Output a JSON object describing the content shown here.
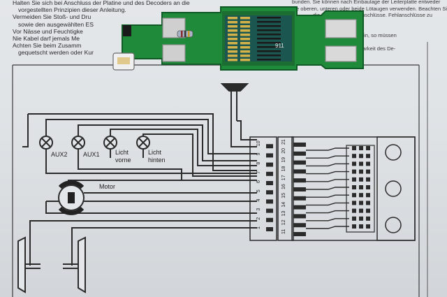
{
  "manual_left_lines": [
    "Halten Sie sich bei  Anschluss der Platine und des  Decoders an die",
    "vorgestellten Prinzipien dieser Anleitung.",
    "Vermeiden Sie Stoß- und Dru",
    "sowie den ausgewählten ES",
    "Vor Nässe und Feuchtigke",
    "Nie Kabel darf jemals Me",
    "Achten Sie beim Zusamm",
    "gequetscht werden oder Kur"
  ],
  "manual_right_lines": [
    "bunden. Sie können nach Einbaulage der Leiterplatte entweder",
    "die oberen, unteren oder beide Lötaugen verwenden. Beachten Sie",
    "die Markierung der Anschlüsse. Fehlanschlüsse zu",
    "",
    "",
    "sein, so müssen",
    "",
    "lastbarkeit des De-"
  ],
  "pcb_part_number": "911",
  "lamp_labels": [
    "AUX2",
    "AUX1",
    "Licht\nvorne",
    "Licht\nhinten"
  ],
  "motor_label": "Motor",
  "pin_numbers": [
    "1",
    "2",
    "3",
    "4",
    "5",
    "6",
    "7",
    "8",
    "9",
    "10",
    "11",
    "12",
    "13",
    "14",
    "15",
    "16",
    "17",
    "18",
    "19",
    "20",
    "21"
  ],
  "colors": {
    "pcb_green": "#1f8a3a",
    "pcb_dark": "#0f5a25",
    "copper": "#d4b24a",
    "decoder_blue": "#1e2c8a",
    "paper": "#e4e7ea",
    "ink": "#2b2b2b"
  }
}
